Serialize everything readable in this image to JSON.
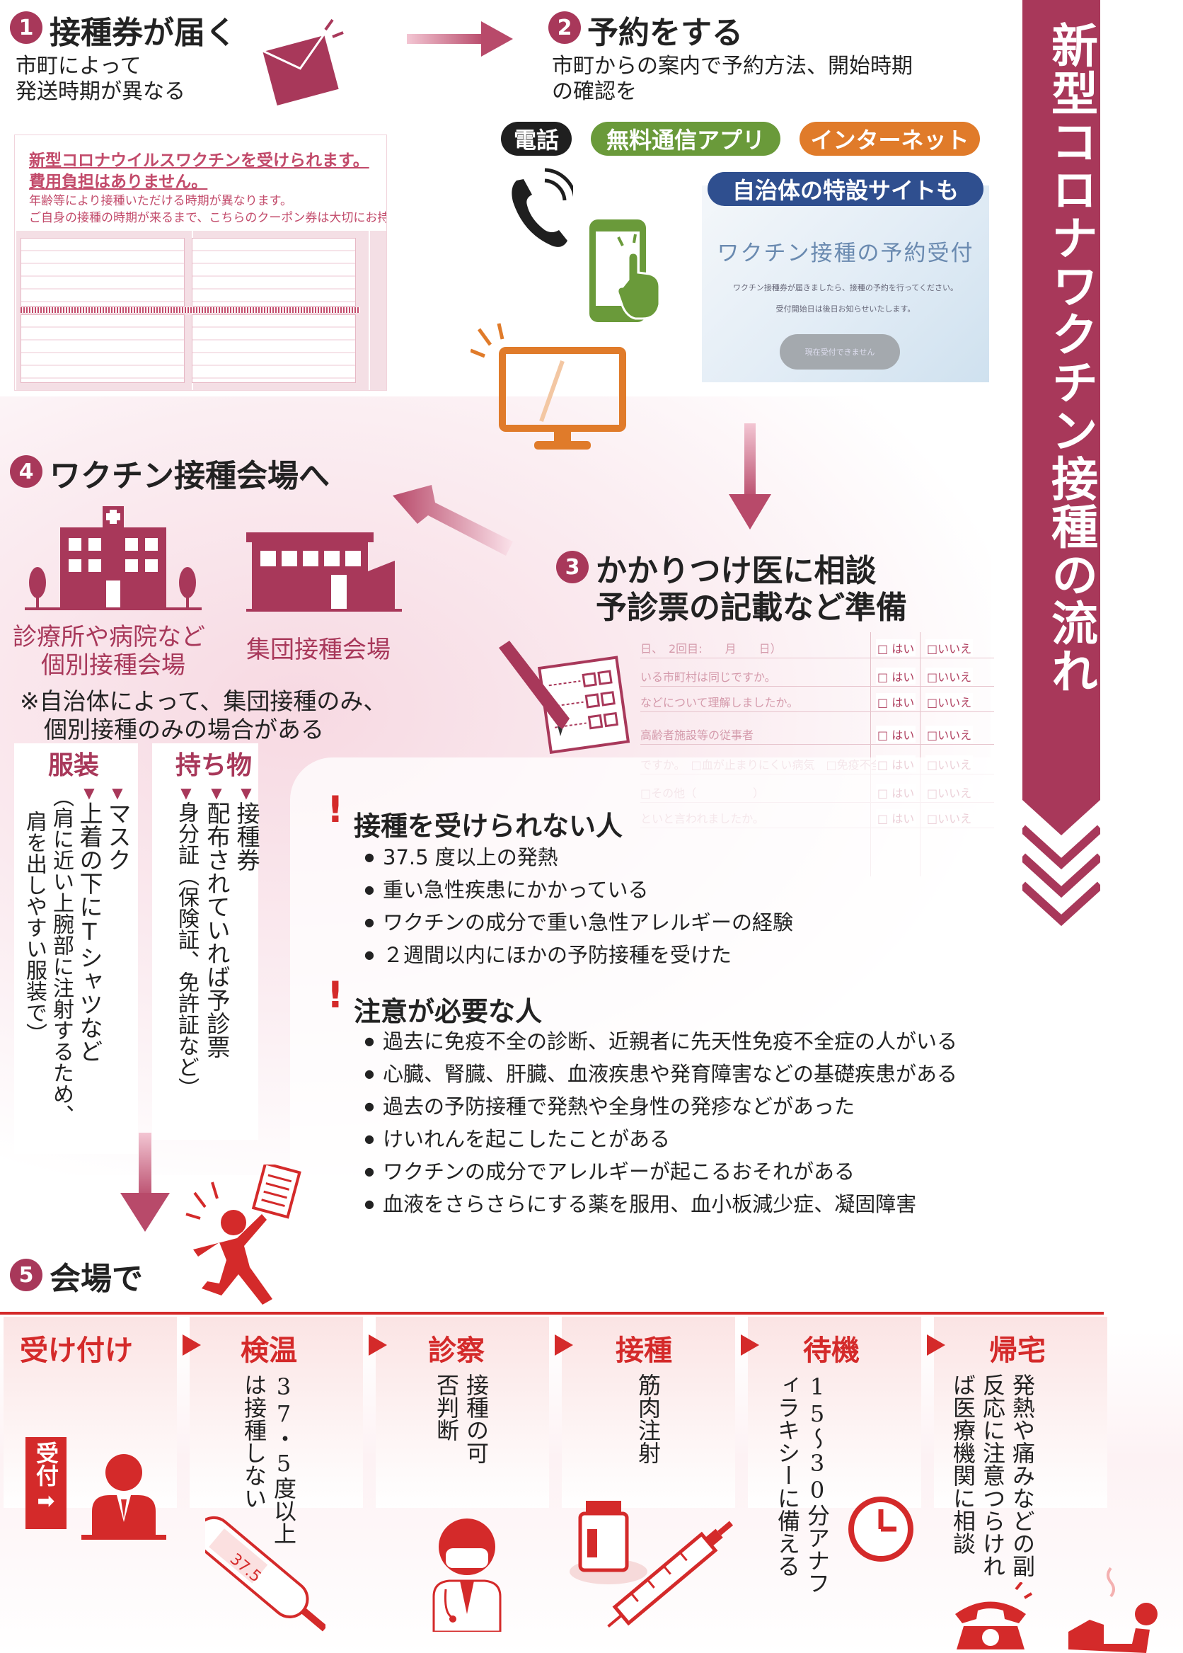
{
  "title": "新型コロナワクチン接種の流れ",
  "step1": {
    "num": "1",
    "title": "接種券が届く",
    "desc_l1": "市町によって",
    "desc_l2": "発送時期が異なる",
    "coupon_l1": "新型コロナウイルスワクチンを受けられます。",
    "coupon_l2": "費用負担はありません。",
    "coupon_l3": "年齢等により接種いただける時期が異なります。",
    "coupon_l4": "ご自身の接種の時期が来るまで、こちらのクーポン券は大切にお持ち"
  },
  "step2": {
    "num": "2",
    "title": "予約をする",
    "desc_l1": "市町からの案内で予約方法、開始時期",
    "desc_l2": "の確認を",
    "methods": [
      "電話",
      "無料通信アプリ",
      "インターネット"
    ],
    "special_site": "自治体の特設サイトも",
    "site_title": "ワクチン接種の予約受付",
    "site_text1": "ワクチン接種券が届きましたら、接種の予約を行ってください。",
    "site_text2": "受付開始日は後日お知らせいたします。",
    "site_button": "現在受付できません"
  },
  "step3": {
    "num": "3",
    "title_l1": "かかりつけ医に相談",
    "title_l2": "予診票の記載など準備",
    "form_rows": [
      "日、　2回目:　　月　　日）",
      "いる市町村は同じですか。",
      "などについて理解しましたか。",
      "高齢者施設等の従事者",
      "ですか。　□血が止まりにくい病気　□免疫不全",
      "□その他（　　　　　）",
      "といと言われましたか。"
    ],
    "yes": "はい",
    "no": "いいえ"
  },
  "step4": {
    "num": "4",
    "title": "ワクチン接種会場へ",
    "individual_l1": "診療所や病院など",
    "individual_l2": "個別接種会場",
    "group": "集団接種会場",
    "note_l1": "※自治体によって、集団接種のみ、",
    "note_l2": "個別接種のみの場合がある",
    "clothing_label": "服装",
    "clothing_items": [
      "マスク",
      "上着の下にTシャツなど",
      "（肩に近い上腕部に注射するため、",
      "肩を出しやすい服装で）"
    ],
    "items_label": "持ち物",
    "items_items": [
      "接種券",
      "配布されていれば予診票",
      "身分証（保険証、免許証など）"
    ]
  },
  "cannot": {
    "title": "接種を受けられない人",
    "items": [
      "37.5 度以上の発熱",
      "重い急性疾患にかかっている",
      "ワクチンの成分で重い急性アレルギーの経験",
      "２週間以内にほかの予防接種を受けた"
    ]
  },
  "caution": {
    "title": "注意が必要な人",
    "items": [
      "過去に免疫不全の診断、近親者に先天性免疫不全症の人がいる",
      "心臓、腎臓、肝臓、血液疾患や発育障害などの基礎疾患がある",
      "過去の予防接種で発熱や全身性の発疹などがあった",
      "けいれんを起こしたことがある",
      "ワクチンの成分でアレルギーが起こるおそれがある",
      "血液をさらさらにする薬を服用、血小板減少症、凝固障害"
    ]
  },
  "step5": {
    "num": "5",
    "title": "会場で",
    "stages": [
      {
        "label": "受け付け",
        "desc": ""
      },
      {
        "label": "検温",
        "desc": "37・5度以上は接種しない"
      },
      {
        "label": "診察",
        "desc": "接種の可否判断"
      },
      {
        "label": "接種",
        "desc": "筋肉注射"
      },
      {
        "label": "待機",
        "desc": "15〜30分アナフィラキシーに備える"
      },
      {
        "label": "帰宅",
        "desc": "発熱や痛みなどの副反応に注意つらければ医療機関に相談"
      }
    ],
    "reception_sign": "受付",
    "thermo": "37.5"
  },
  "colors": {
    "brand": "#a8385a",
    "red": "#d42a2a",
    "pink_bg": "#fbeef2",
    "green": "#6a9a3a",
    "orange": "#e07b2a",
    "navy": "#2f4f8f"
  }
}
